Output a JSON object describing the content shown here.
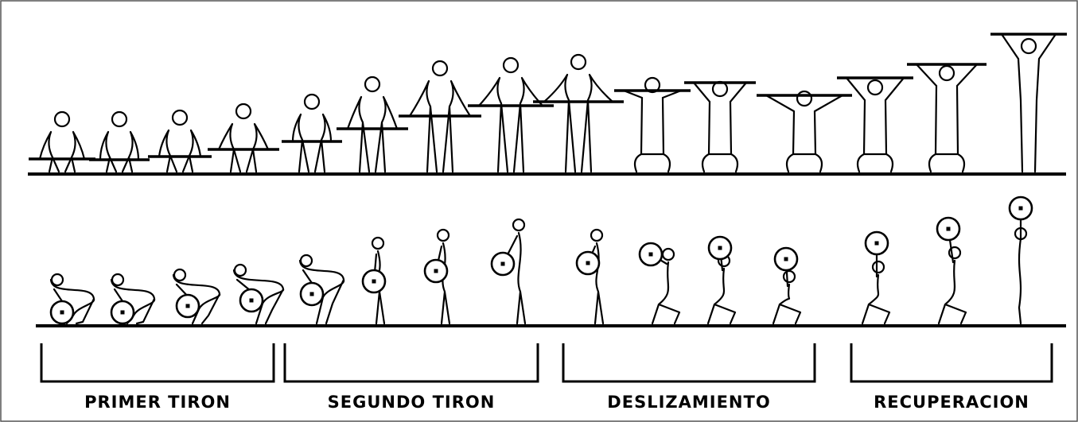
{
  "phases": [
    {
      "label": "PRIMER TIRON"
    },
    {
      "label": "SEGUNDO TIRON"
    },
    {
      "label": "DESLIZAMIENTO"
    },
    {
      "label": "RECUPERACION"
    }
  ]
}
